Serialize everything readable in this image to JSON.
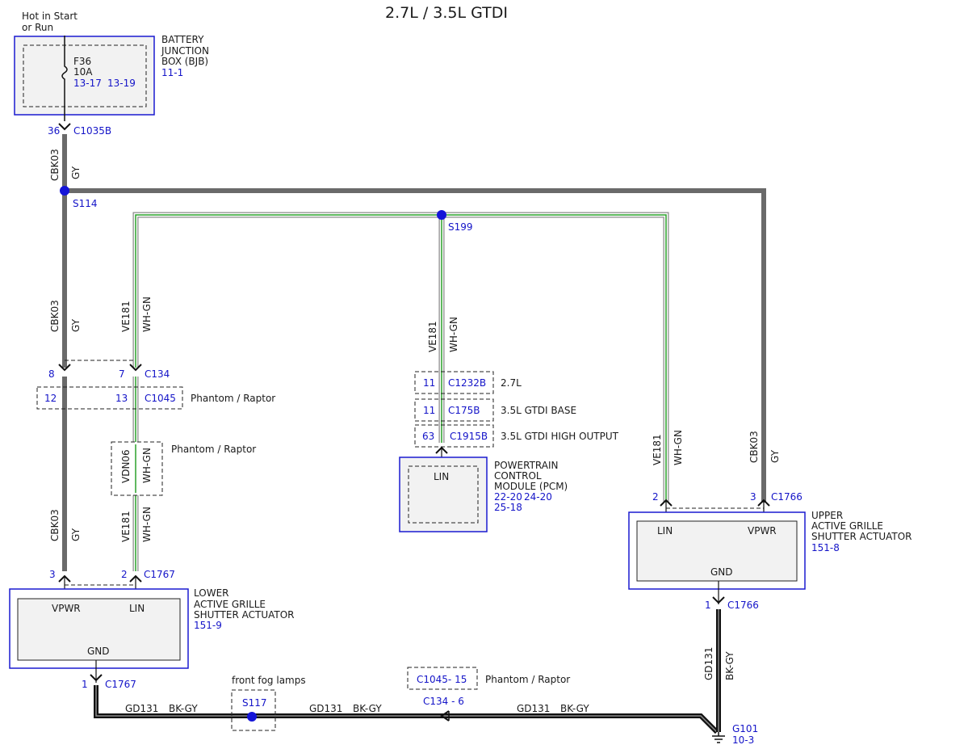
{
  "title": "2.7L / 3.5L GTDI",
  "power": {
    "line1": "Hot in Start",
    "line2": "or Run"
  },
  "bjb": {
    "l1": "BATTERY",
    "l2": "JUNCTION",
    "l3": "BOX (BJB)",
    "ref": "11-1",
    "fuse": "F36",
    "amps": "10A",
    "pin_a": "13-17",
    "pin_b": "13-19"
  },
  "c1035b": {
    "pin": "36",
    "name": "C1035B"
  },
  "wire_cbk03": {
    "circuit": "CBK03",
    "color": "GY"
  },
  "wire_ve181": {
    "circuit": "VE181",
    "color": "WH-GN"
  },
  "wire_vdn06": {
    "circuit": "VDN06",
    "color": "WH-GN"
  },
  "wire_gd131": {
    "circuit": "GD131",
    "color": "BK-GY"
  },
  "splices": {
    "s114": "S114",
    "s199": "S199",
    "s117": "S117"
  },
  "c134": {
    "pin_a": "8",
    "pin_b": "7",
    "name": "C134"
  },
  "c1045": {
    "pin_a": "12",
    "pin_b": "13",
    "name": "C1045"
  },
  "variant": "Phantom / Raptor",
  "pcm_connectors": [
    {
      "pin": "11",
      "name": "C1232B",
      "label": "2.7L"
    },
    {
      "pin": "11",
      "name": "C175B",
      "label": "3.5L GTDI BASE"
    },
    {
      "pin": "63",
      "name": "C1915B",
      "label": "3.5L GTDI HIGH OUTPUT"
    }
  ],
  "pcm": {
    "l1": "POWERTRAIN",
    "l2": "CONTROL",
    "l3": "MODULE (PCM)",
    "ref1": "22-20",
    "ref2": "24-20",
    "ref3": "25-18",
    "lin": "LIN"
  },
  "lower": {
    "l1": "LOWER",
    "l2": "ACTIVE GRILLE",
    "l3": "SHUTTER ACTUATOR",
    "ref": "151-9",
    "vpwr": "VPWR",
    "lin": "LIN",
    "gnd": "GND",
    "c1767_pin_a": "3",
    "c1767_pin_b": "2",
    "c1767": "C1767",
    "gnd_pin": "1",
    "gnd_conn": "C1767"
  },
  "upper": {
    "l1": "UPPER",
    "l2": "ACTIVE GRILLE",
    "l3": "SHUTTER ACTUATOR",
    "ref": "151-8",
    "vpwr": "VPWR",
    "lin": "LIN",
    "gnd": "GND",
    "c1766_pin_a": "2",
    "c1766_pin_b": "3",
    "c1766": "C1766",
    "gnd_pin": "1",
    "gnd_conn": "C1766"
  },
  "fog": "front fog lamps",
  "c1045_15": "C1045- 15",
  "c134_6": "C134 - 6",
  "g101": {
    "name": "G101",
    "ref": "10-3"
  }
}
